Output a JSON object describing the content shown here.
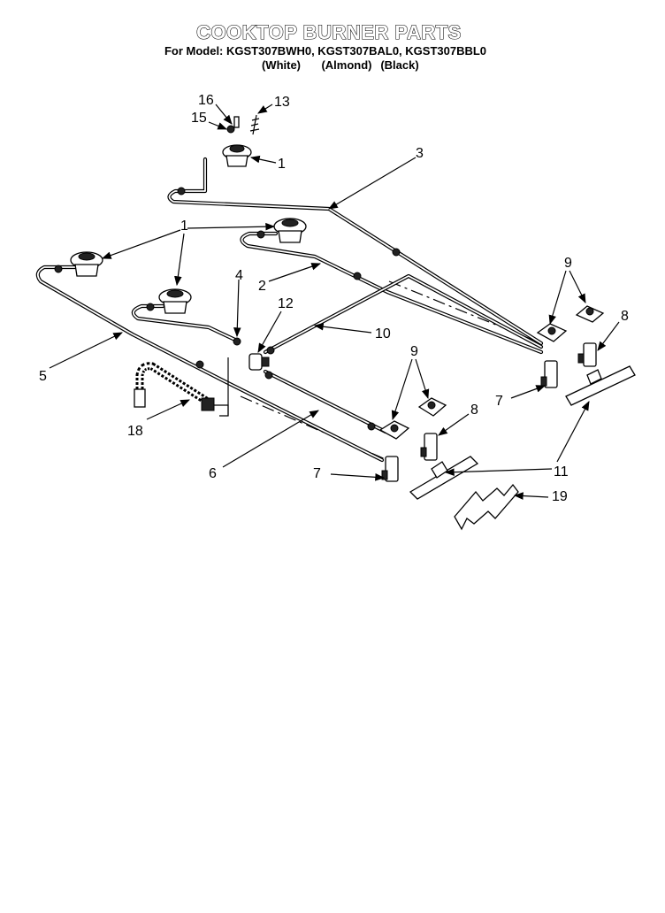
{
  "header": {
    "title": "COOKTOP BURNER PARTS",
    "model_line": "For Model: KGST307BWH0, KGST307BAL0, KGST307BBL0",
    "colors": [
      "(White)",
      "(Almond)",
      "(Black)"
    ]
  },
  "callouts": {
    "c16": "16",
    "c15": "15",
    "c13": "13",
    "c1_top": "1",
    "c3": "3",
    "c1_mid": "1",
    "c2": "2",
    "c4": "4",
    "c12": "12",
    "c10": "10",
    "c5": "5",
    "c9_right": "9",
    "c8_right": "8",
    "c7_right": "7",
    "c9_left": "9",
    "c8_left": "8",
    "c18": "18",
    "c6": "6",
    "c7_left": "7",
    "c11": "11",
    "c19": "19"
  }
}
